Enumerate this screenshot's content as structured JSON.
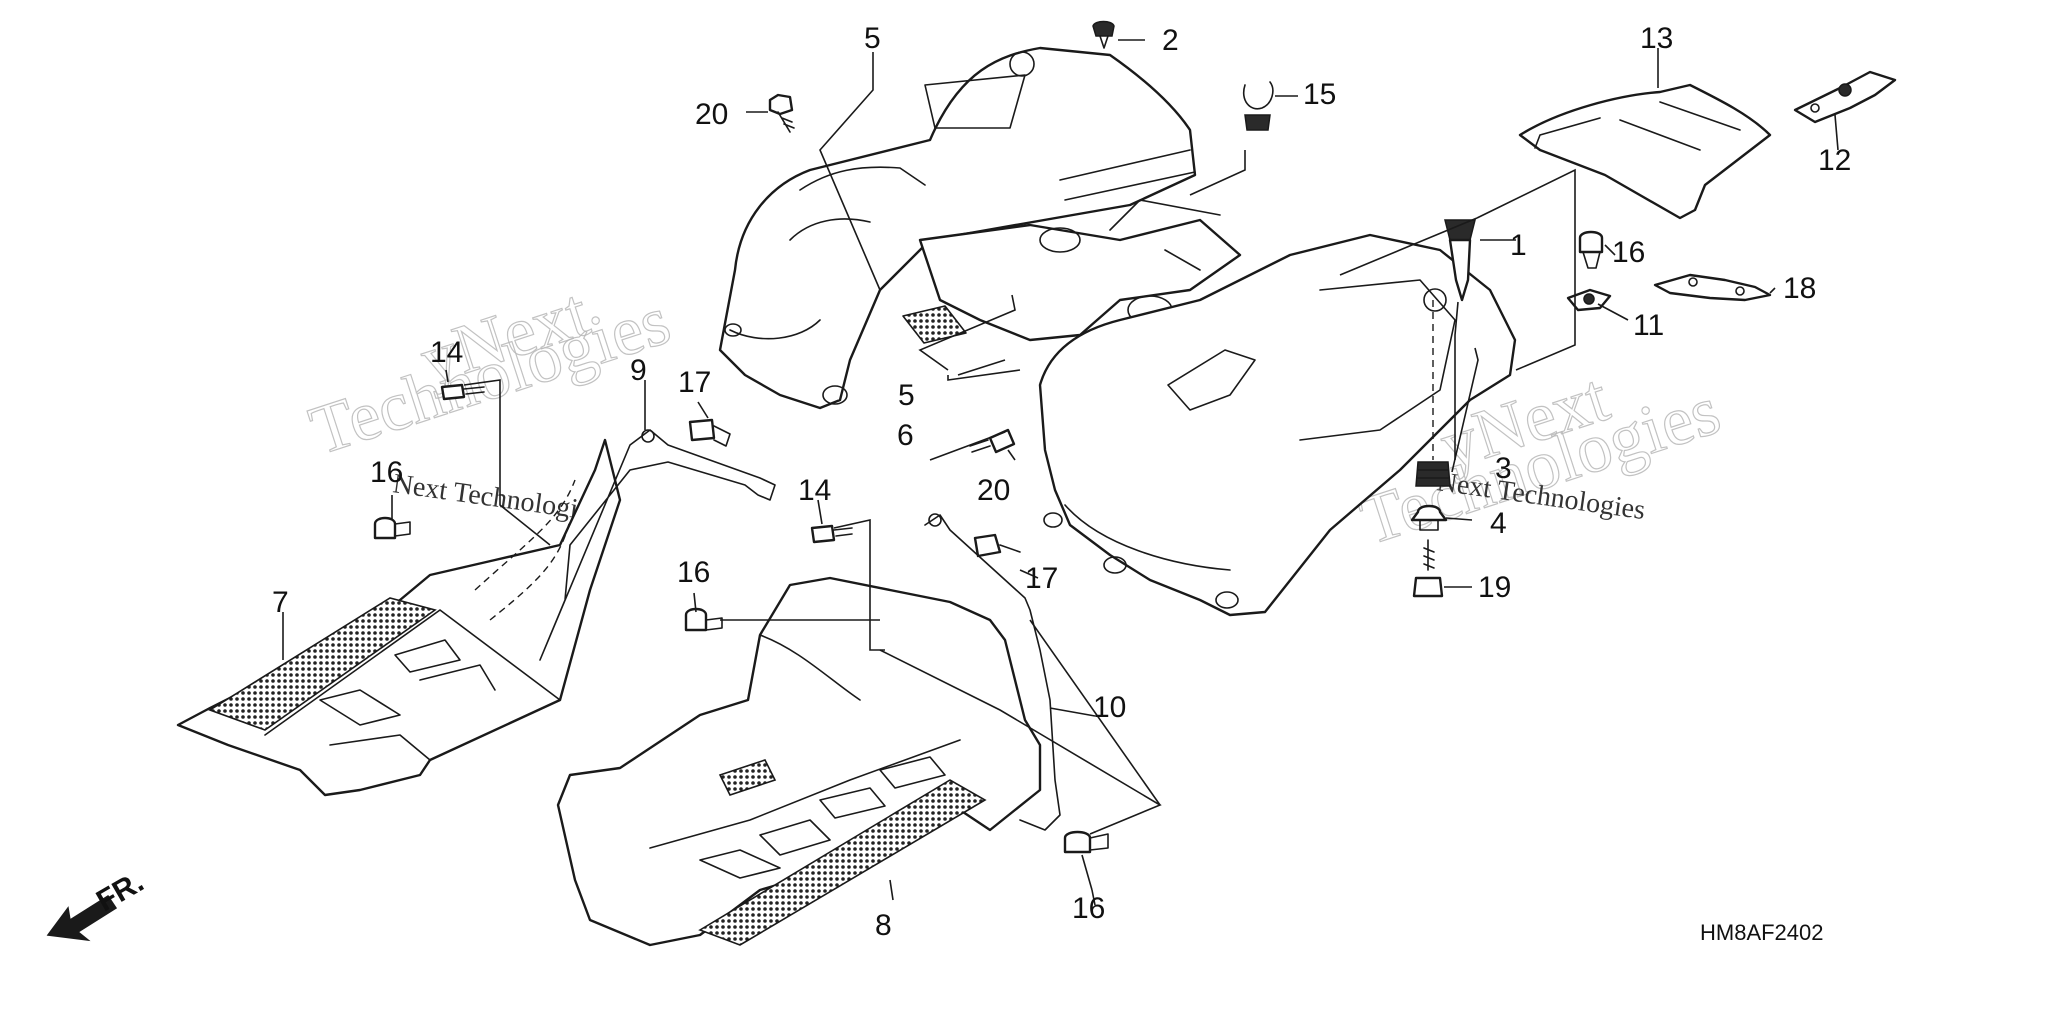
{
  "diagram": {
    "code": "HM8AF2402",
    "direction_label": "FR.",
    "watermark": {
      "left_big": "Technologies",
      "left_top": "yNext",
      "left_small": "Next Technologies",
      "right_big": "Technologies",
      "right_top": "yNext",
      "right_small": "Next Technologies"
    },
    "callouts": {
      "c1": "1",
      "c2": "2",
      "c3": "3",
      "c4": "4",
      "c5a": "5",
      "c5b": "5",
      "c6": "6",
      "c7": "7",
      "c8": "8",
      "c9": "9",
      "c10": "10",
      "c11": "11",
      "c12": "12",
      "c13": "13",
      "c14a": "14",
      "c14b": "14",
      "c15": "15",
      "c16a": "16",
      "c16b": "16",
      "c16c": "16",
      "c16d": "16",
      "c17a": "17",
      "c17b": "17",
      "c18": "18",
      "c19": "19",
      "c20a": "20",
      "c20b": "20"
    }
  }
}
